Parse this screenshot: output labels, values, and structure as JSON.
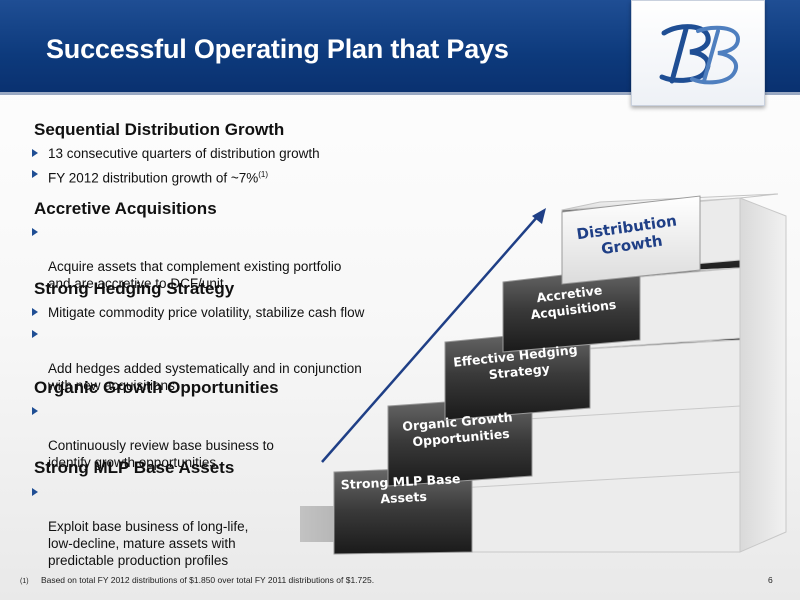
{
  "header": {
    "title": "Successful Operating Plan that Pays",
    "logo_icon": "bb-monogram-logo-icon"
  },
  "sections": [
    {
      "title": "Sequential Distribution Growth",
      "bullets": [
        "13 consecutive quarters of distribution growth",
        "FY 2012 distribution growth of ~7%"
      ],
      "superscript": "(1)"
    },
    {
      "title": "Accretive Acquisitions",
      "bullets": [
        "Acquire assets that complement existing portfolio\nand are accretive to DCF/unit"
      ]
    },
    {
      "title": "Strong Hedging Strategy",
      "bullets": [
        "Mitigate commodity price volatility, stabilize cash flow",
        "Add hedges added systematically and in conjunction\nwith new acquisitions"
      ]
    },
    {
      "title": "Organic Growth Opportunities",
      "bullets": [
        "Continuously review base business to\nidentify growth opportunities"
      ]
    },
    {
      "title": "Strong MLP Base Assets",
      "bullets": [
        "Exploit base business of long-life,\nlow-decline, mature assets with\npredictable production profiles"
      ]
    }
  ],
  "staircase": {
    "steps": [
      {
        "line1": "Strong MLP Base",
        "line2": "Assets"
      },
      {
        "line1": "Organic Growth",
        "line2": "Opportunities"
      },
      {
        "line1": "Effective Hedging",
        "line2": "Strategy"
      },
      {
        "line1": "Accretive",
        "line2": "Acquisitions"
      },
      {
        "line1": "Distribution",
        "line2": "Growth"
      }
    ],
    "arrow_color": "#1f3f86",
    "top_text_color": "#1f3f86"
  },
  "footnote": {
    "marker": "(1)",
    "text": "Based on total FY 2012 distributions of $1.850 over total FY 2011 distributions of $1.725."
  },
  "page_number": "6"
}
